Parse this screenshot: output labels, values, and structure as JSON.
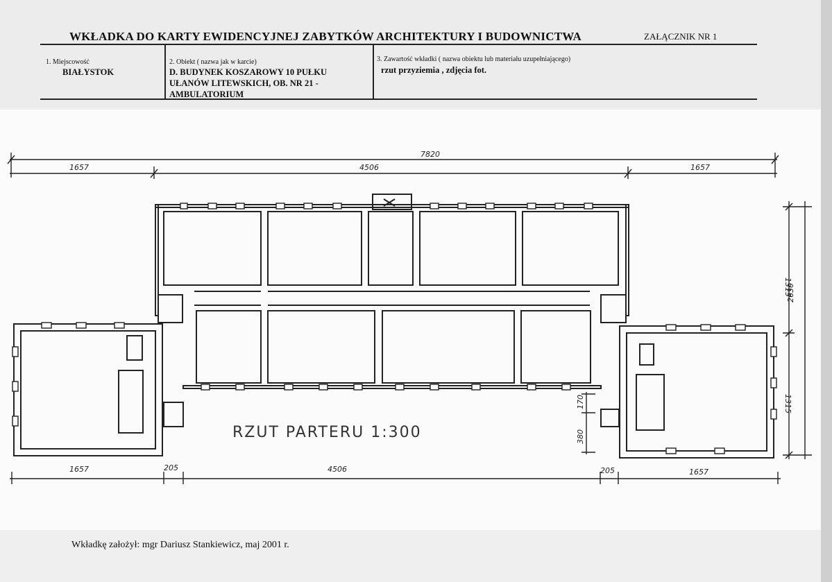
{
  "header": {
    "title": "WKŁADKA DO KARTY EWIDENCYJNEJ ZABYTKÓW ARCHITEKTURY I BUDOWNICTWA",
    "annex": "ZAŁĄCZNIK NR 1"
  },
  "fields": {
    "f1_label": "1.      Miejscowość",
    "f1_value": "BIAŁYSTOK",
    "f2_label": "2.      Obiekt ( nazwa jak w karcie)",
    "f2_value_line1": "D. BUDYNEK KOSZAROWY 10 PUŁKU",
    "f2_value_line2": "UŁANÓW LITEWSKICH, OB. NR 21 -",
    "f2_value_line3": "AMBULATORIUM",
    "f3_label": "3. Zawartość wkładki ( nazwa obiektu lub materiału uzupełniającego)",
    "f3_value": "rzut przyziemia , zdjęcia fot."
  },
  "drawing": {
    "caption": "RZUT PARTERU   1:300",
    "dim_total": "7820",
    "dim_wing_left_top": "1657",
    "dim_center_top": "4506",
    "dim_wing_right_top": "1657",
    "dim_wing_left_bottom": "1657",
    "dim_gap_left": "205",
    "dim_center_bottom": "4506",
    "dim_gap_right": "205",
    "dim_wing_right_bottom": "1657",
    "dim_depth_upper": "1315",
    "dim_depth_total": "2630",
    "dim_depth_lower": "1315",
    "dim_stair_1": "170",
    "dim_stair_2": "380"
  },
  "footer": {
    "text": "Wkładkę założył: mgr Dariusz Stankiewicz, maj 2001 r."
  }
}
